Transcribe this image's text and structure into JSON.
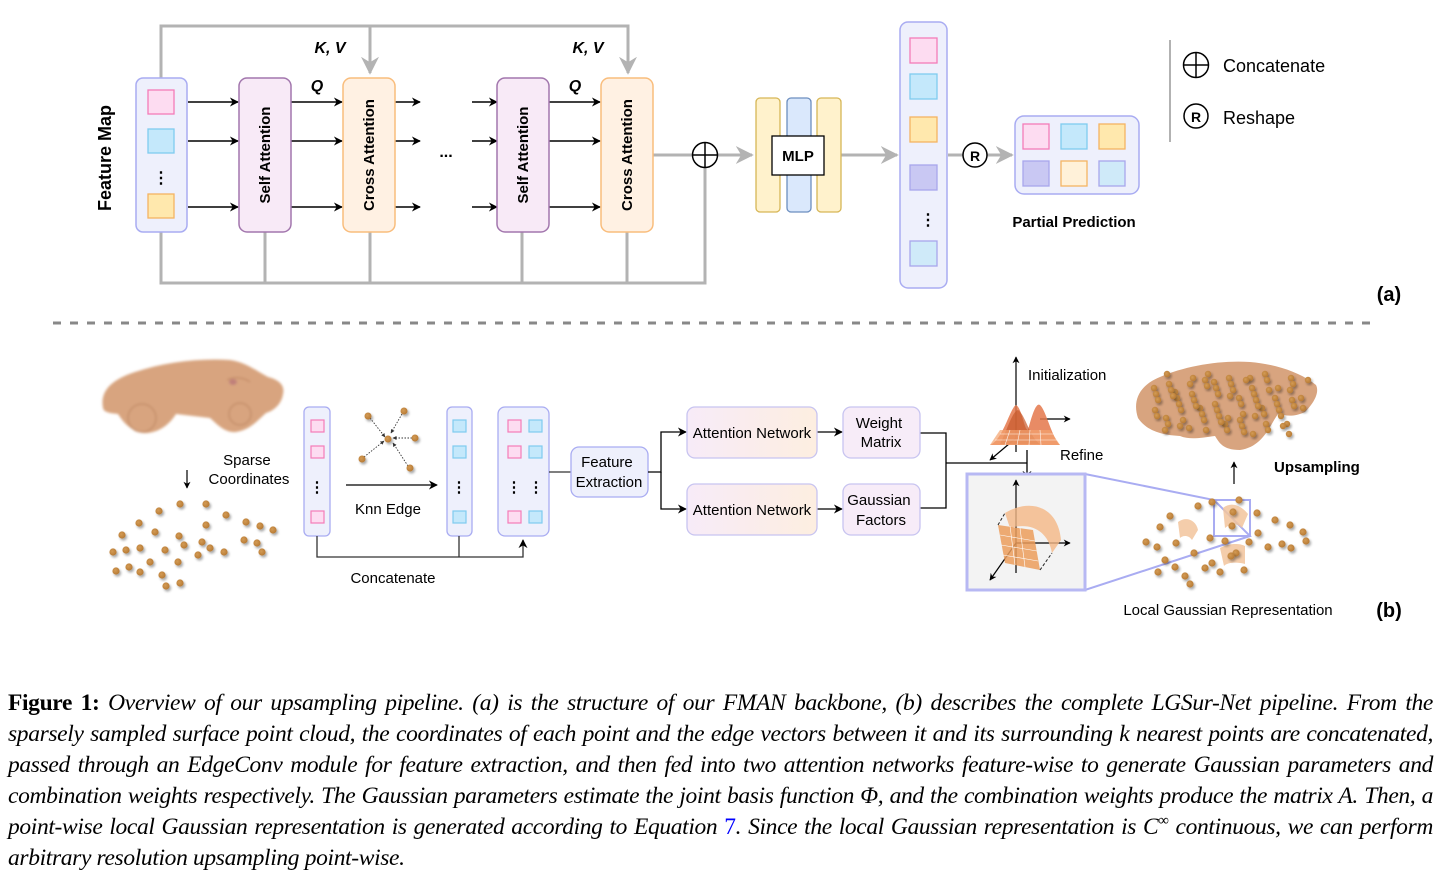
{
  "panel_a": {
    "label": "(a)",
    "feature_map_label": "Feature Map",
    "blocks": [
      {
        "id": "self-attention-1",
        "label": "Self Attention"
      },
      {
        "id": "cross-attention-1",
        "label": "Cross Attention"
      },
      {
        "id": "self-attention-2",
        "label": "Self Attention"
      },
      {
        "id": "cross-attention-2",
        "label": "Cross Attention"
      }
    ],
    "kv_label": "K, V",
    "q_label": "Q",
    "ellipsis": "...",
    "vertical_ellipsis": "⋮",
    "mlp_label": "MLP",
    "reshape_symbol": "R",
    "partial_prediction_label": "Partial Prediction",
    "legend": [
      {
        "icon": "circle-plus-icon",
        "label": "Concatenate"
      },
      {
        "icon": "circle-r-icon",
        "symbol": "R",
        "label": "Reshape"
      }
    ]
  },
  "panel_b": {
    "label": "(b)",
    "sparse_coordinates_label": "Sparse\nCoordinates",
    "sparse_line1": "Sparse",
    "sparse_line2": "Coordinates",
    "knn_edge_label": "Knn Edge",
    "concatenate_label": "Concatenate",
    "feature_extraction_line1": "Feature",
    "feature_extraction_line2": "Extraction",
    "attention_network_top": "Attention Network",
    "attention_network_bottom": "Attention Network",
    "weight_matrix_line1": "Weight",
    "weight_matrix_line2": "Matrix",
    "gaussian_factors_line1": "Gaussian",
    "gaussian_factors_line2": "Factors",
    "initialization_label": "Initialization",
    "refine_label": "Refine",
    "upsampling_label": "Upsampling",
    "local_gaussian_label": "Local Gaussian Representation"
  },
  "colors": {
    "pink": "#fddcf1",
    "pink_border": "#f47cb8",
    "cyan": "#c4e8fb",
    "cyan_border": "#7fcbef",
    "yellow": "#ffe8ad",
    "yellow_border": "#f5b463",
    "lavender": "#c9c8f3",
    "lavender_border": "#a8a6ec",
    "container": "#eef0fc",
    "container_border": "#a9acf2",
    "self_attention": "#f8eaf7",
    "self_attention_border": "#a276ad",
    "cross_attention": "#fff1e3",
    "cross_attention_border": "#f9bd7c",
    "gray_line": "#b3b3b3",
    "point": "#c68a44",
    "car": "#d8a47f"
  },
  "caption": {
    "label": "Figure 1:",
    "text_part1": "Overview of our upsampling pipeline. (a) is the structure of our FMAN backbone, (b) describes the complete LGSur-Net pipeline. From the sparsely sampled surface point cloud, the coordinates of each point and the edge vectors between it and its surrounding k nearest points are concatenated, passed through an EdgeConv module for feature extraction, and then fed into two attention networks feature-wise to generate Gaussian parameters and combination weights respectively. The Gaussian parameters estimate the joint basis function Φ, and the combination weights produce the matrix A. Then, a point-wise local Gaussian representation is generated according to Equation ",
    "equation_ref": "7",
    "text_part2": ". Since the local Gaussian representation is C",
    "superscript": "∞",
    "text_part3": " continuous, we can perform arbitrary resolution upsampling point-wise."
  }
}
